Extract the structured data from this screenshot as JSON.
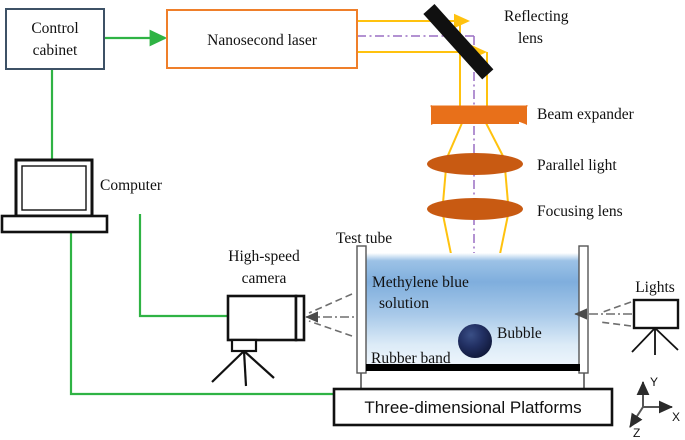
{
  "figure": {
    "type": "experimental-setup-schematic",
    "title": "Laser-induced bubble experimental setup"
  },
  "colors": {
    "laser_beam": "#ffc20e",
    "optical_axis": "#9a6fc4",
    "cabinet_border": "#3d5166",
    "laser_border": "#ef7f2a",
    "lens_fill": "#c85a12",
    "expander_fill": "#e8701a",
    "cable_green": "#2fb344",
    "mirror": "#101010",
    "solution_top": "#7fb0e0",
    "solution_bottom": "#f0f6fc",
    "bubble": "#18254f",
    "rubber_band": "#000000",
    "sight_line": "#6e6e6e"
  },
  "boxes": {
    "control_cabinet": {
      "line1": "Control",
      "line2": "cabinet"
    },
    "nanosecond_laser": {
      "label": "Nanosecond  laser"
    },
    "platforms": {
      "label": "Three-dimensional Platforms"
    }
  },
  "labels": {
    "reflecting_lens": {
      "line1": "Reflecting",
      "line2": "lens"
    },
    "beam_expander": "Beam expander",
    "parallel_light": "Parallel light",
    "focusing_lens": "Focusing lens",
    "computer": "Computer",
    "high_speed_camera": {
      "line1": "High-speed",
      "line2": "camera"
    },
    "test_tube": "Test tube",
    "methylene_blue": {
      "line1": "Methylene blue",
      "line2": "solution"
    },
    "bubble": "Bubble",
    "rubber_band": "Rubber band",
    "lights": "Lights"
  },
  "axes": {
    "x": "X",
    "y": "Y",
    "z": "Z"
  }
}
